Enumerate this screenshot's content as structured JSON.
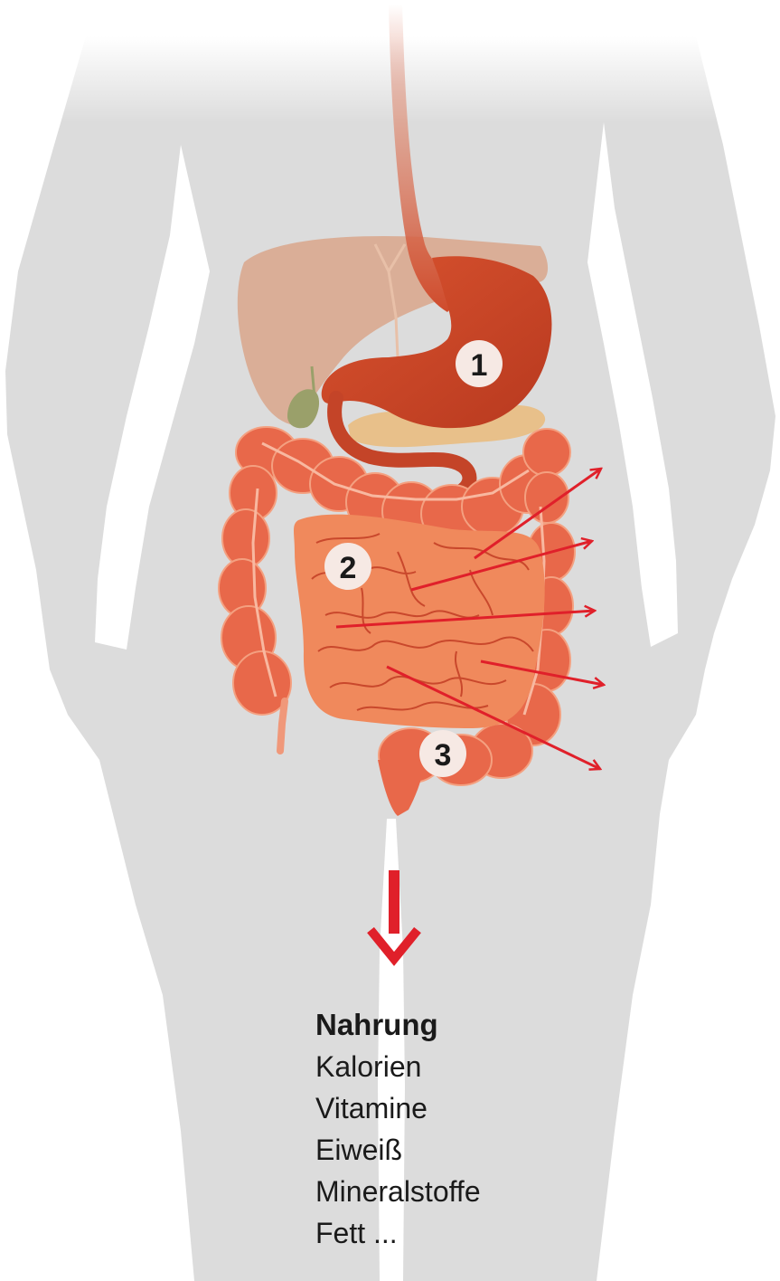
{
  "colors": {
    "body": "#dcdcdc",
    "liver": "#d9a88f",
    "stomach": "#cf4a2b",
    "pancreas": "#e8c08a",
    "colon": "#e8684a",
    "small_intestine": "#f0895c",
    "arrow": "#e0202a",
    "marker_fill": "#f6e9e4",
    "text": "#1a1a1a"
  },
  "markers": [
    "1",
    "2",
    "3"
  ],
  "legend": {
    "title": "Nahrung",
    "items": [
      "Kalorien",
      "Vitamine",
      "Eiweiß",
      "Mineralstoffe",
      "Fett ..."
    ]
  }
}
